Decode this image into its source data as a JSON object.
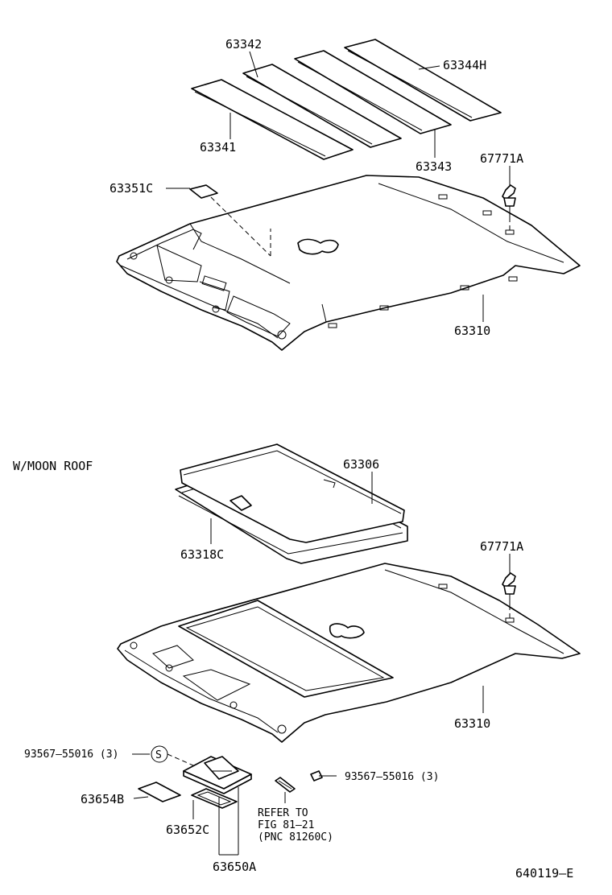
{
  "figure_id": "640119–E",
  "section_label": "W/MOON ROOF",
  "labels": {
    "p63342": "63342",
    "p63344H": "63344H",
    "p63341": "63341",
    "p63343": "63343",
    "p67771A_top": "67771A",
    "p63351C": "63351C",
    "p63310_top": "63310",
    "p63306": "63306",
    "p63318C": "63318C",
    "p67771A_bottom": "67771A",
    "p63310_bottom": "63310",
    "screw_left": "93567–55016 (3)",
    "screw_right": "93567–55016 (3)",
    "p63654B": "63654B",
    "p63652C": "63652C",
    "p63650A": "63650A",
    "s_mark": "S"
  },
  "reference_note": {
    "line1": "REFER TO",
    "line2": "FIG 81–21",
    "line3": "(PNC 81260C)"
  }
}
